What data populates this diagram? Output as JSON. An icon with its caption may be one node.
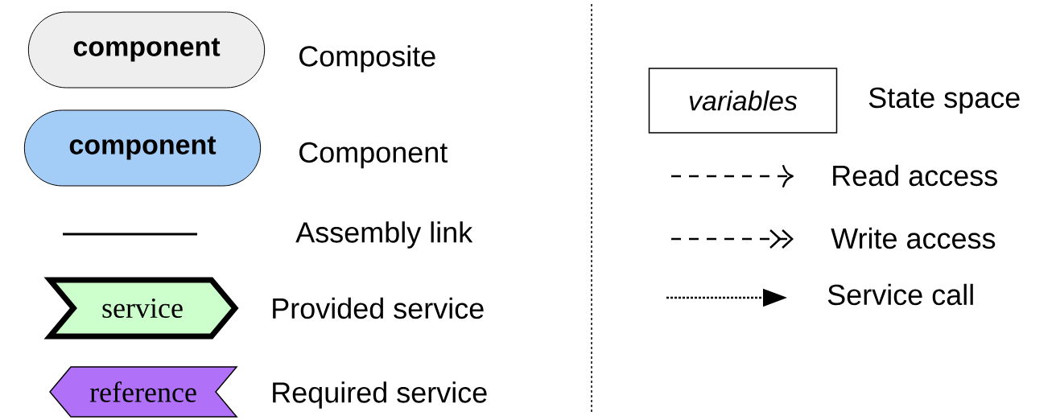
{
  "diagram": {
    "nodes": [
      {
        "text": [
          "component"
        ],
        "beside": [
          "Composite"
        ]
      },
      {
        "text": [
          "component"
        ],
        "beside": [
          "Component"
        ]
      },
      {
        "text": [
          "service"
        ],
        "beside": [
          "Provided service"
        ]
      },
      {
        "text": [
          "reference"
        ],
        "beside": [
          "Required service"
        ]
      },
      {
        "text": [
          "variables"
        ],
        "beside": [
          "State space"
        ]
      }
    ],
    "legend": [
      {
        "text": "Assembly link"
      },
      {
        "text": "Read access"
      },
      {
        "text": "Write access"
      },
      {
        "text": "Service call"
      }
    ]
  }
}
